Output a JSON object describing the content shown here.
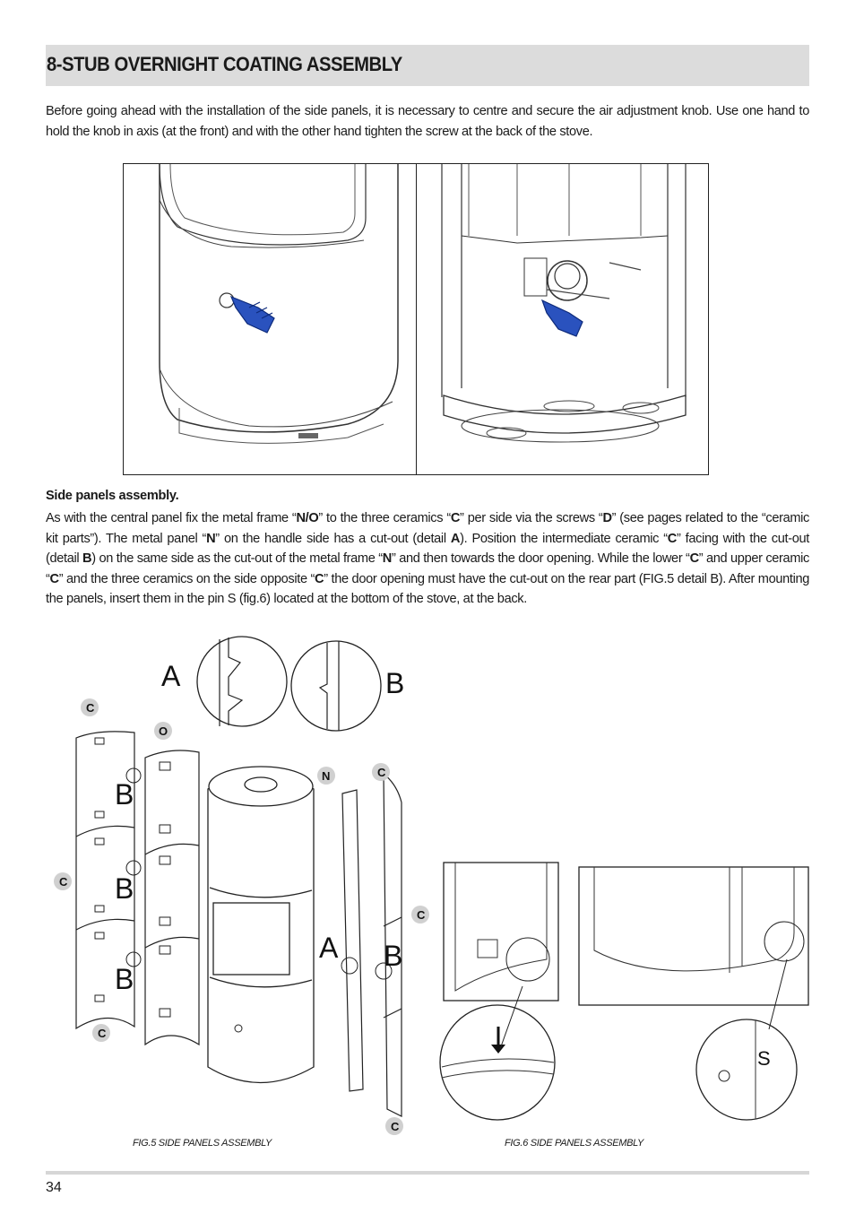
{
  "header": {
    "title": "8-STUB OVERNIGHT COATING ASSEMBLY"
  },
  "intro": {
    "text": "Before going ahead with the installation of the side panels, it is necessary to centre and secure the air adjustment knob. Use one hand to hold the knob in axis (at the front) and with the other hand tighten the screw at the back of the stove."
  },
  "side_panels": {
    "heading": "Side panels assembly.",
    "segments": [
      "As with the central panel fix the metal frame “",
      "N/O",
      "” to the three ceramics “",
      "C",
      "” per side via the screws “",
      "D",
      "” (see pages related to the “ceramic kit parts”). The metal panel “",
      "N",
      "” on the handle side has a cut-out (detail ",
      "A",
      "). Position the intermediate ceramic “",
      "C",
      "” facing with the cut-out (detail ",
      "B",
      ") on the same side as the cut-out of the metal frame “",
      "N",
      "” and then towards the door opening. While the lower “",
      "C",
      "” and upper ceramic “",
      "C",
      "” and the three ceramics on the side opposite “",
      "C",
      "” the door opening must have the cut-out on the rear part (FIG.5 detail B). After mounting the panels, insert them in the pin S (fig.6) located at the bottom of the stove, at the back."
    ]
  },
  "figures": {
    "fig5_caption": "FIG.5 SIDE PANELS ASSEMBLY",
    "fig6_caption": "FIG.6 SIDE PANELS ASSEMBLY",
    "labels": {
      "c": "C",
      "o": "O",
      "n": "N",
      "a": "A",
      "b": "B",
      "s": "S"
    }
  },
  "footer": {
    "page_number": "34"
  }
}
